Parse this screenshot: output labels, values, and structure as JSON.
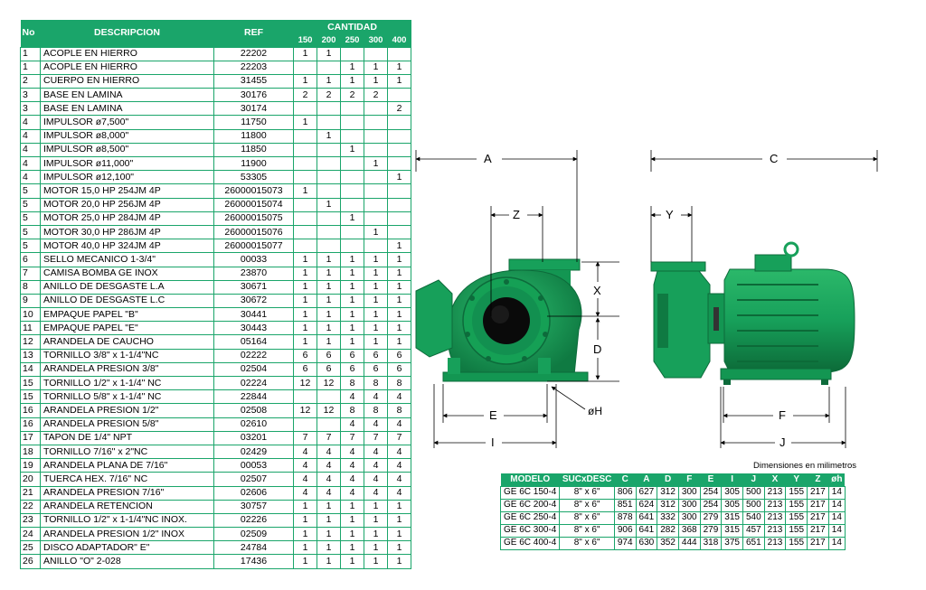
{
  "parts_table": {
    "headers": {
      "no": "No",
      "description": "DESCRIPCION",
      "ref": "REF",
      "quantity": "CANTIDAD",
      "quantity_columns": [
        "150",
        "200",
        "250",
        "300",
        "400"
      ]
    },
    "rows": [
      {
        "no": "1",
        "desc": "ACOPLE EN HIERRO",
        "ref": "22202",
        "q": [
          "1",
          "1",
          "",
          "",
          ""
        ]
      },
      {
        "no": "1",
        "desc": "ACOPLE EN HIERRO",
        "ref": "22203",
        "q": [
          "",
          "",
          "1",
          "1",
          "1"
        ]
      },
      {
        "no": "2",
        "desc": "CUERPO EN HIERRO",
        "ref": "31455",
        "q": [
          "1",
          "1",
          "1",
          "1",
          "1"
        ]
      },
      {
        "no": "3",
        "desc": "BASE EN LAMINA",
        "ref": "30176",
        "q": [
          "2",
          "2",
          "2",
          "2",
          ""
        ]
      },
      {
        "no": "3",
        "desc": "BASE EN LAMINA",
        "ref": "30174",
        "q": [
          "",
          "",
          "",
          "",
          "2"
        ]
      },
      {
        "no": "4",
        "desc": "IMPULSOR  ø7,500\"",
        "ref": "11750",
        "q": [
          "1",
          "",
          "",
          "",
          ""
        ]
      },
      {
        "no": "4",
        "desc": "IMPULSOR  ø8,000\"",
        "ref": "11800",
        "q": [
          "",
          "1",
          "",
          "",
          ""
        ]
      },
      {
        "no": "4",
        "desc": "IMPULSOR  ø8,500\"",
        "ref": "11850",
        "q": [
          "",
          "",
          "1",
          "",
          ""
        ]
      },
      {
        "no": "4",
        "desc": "IMPULSOR  ø11,000\"",
        "ref": "11900",
        "q": [
          "",
          "",
          "",
          "1",
          ""
        ]
      },
      {
        "no": "4",
        "desc": "IMPULSOR  ø12,100\"",
        "ref": "53305",
        "q": [
          "",
          "",
          "",
          "",
          "1"
        ]
      },
      {
        "no": "5",
        "desc": "MOTOR 15,0 HP 254JM 4P",
        "ref": "26000015073",
        "q": [
          "1",
          "",
          "",
          "",
          ""
        ]
      },
      {
        "no": "5",
        "desc": "MOTOR 20,0 HP 256JM 4P",
        "ref": "26000015074",
        "q": [
          "",
          "1",
          "",
          "",
          ""
        ]
      },
      {
        "no": "5",
        "desc": "MOTOR 25,0 HP 284JM 4P",
        "ref": "26000015075",
        "q": [
          "",
          "",
          "1",
          "",
          ""
        ]
      },
      {
        "no": "5",
        "desc": "MOTOR 30,0 HP 286JM 4P",
        "ref": "26000015076",
        "q": [
          "",
          "",
          "",
          "1",
          ""
        ]
      },
      {
        "no": "5",
        "desc": "MOTOR 40,0 HP 324JM 4P",
        "ref": "26000015077",
        "q": [
          "",
          "",
          "",
          "",
          "1"
        ]
      },
      {
        "no": "6",
        "desc": "SELLO MECANICO 1-3/4\"",
        "ref": "00033",
        "q": [
          "1",
          "1",
          "1",
          "1",
          "1"
        ]
      },
      {
        "no": "7",
        "desc": "CAMISA BOMBA GE INOX",
        "ref": "23870",
        "q": [
          "1",
          "1",
          "1",
          "1",
          "1"
        ]
      },
      {
        "no": "8",
        "desc": "ANILLO DE DESGASTE L.A",
        "ref": "30671",
        "q": [
          "1",
          "1",
          "1",
          "1",
          "1"
        ]
      },
      {
        "no": "9",
        "desc": "ANILLO DE DESGASTE L.C",
        "ref": "30672",
        "q": [
          "1",
          "1",
          "1",
          "1",
          "1"
        ]
      },
      {
        "no": "10",
        "desc": "EMPAQUE PAPEL \"B\"",
        "ref": "30441",
        "q": [
          "1",
          "1",
          "1",
          "1",
          "1"
        ]
      },
      {
        "no": "11",
        "desc": "EMPAQUE PAPEL \"E\"",
        "ref": "30443",
        "q": [
          "1",
          "1",
          "1",
          "1",
          "1"
        ]
      },
      {
        "no": "12",
        "desc": "ARANDELA DE CAUCHO",
        "ref": "05164",
        "q": [
          "1",
          "1",
          "1",
          "1",
          "1"
        ]
      },
      {
        "no": "13",
        "desc": "TORNILLO 3/8\" x 1-1/4\"NC",
        "ref": "02222",
        "q": [
          "6",
          "6",
          "6",
          "6",
          "6"
        ]
      },
      {
        "no": "14",
        "desc": "ARANDELA PRESION 3/8\"",
        "ref": "02504",
        "q": [
          "6",
          "6",
          "6",
          "6",
          "6"
        ]
      },
      {
        "no": "15",
        "desc": "TORNILLO 1/2\" x 1-1/4\" NC",
        "ref": "02224",
        "q": [
          "12",
          "12",
          "8",
          "8",
          "8"
        ]
      },
      {
        "no": "15",
        "desc": "TORNILLO 5/8\" x 1-1/4\" NC",
        "ref": "22844",
        "q": [
          "",
          "",
          "4",
          "4",
          "4"
        ]
      },
      {
        "no": "16",
        "desc": "ARANDELA PRESION 1/2\"",
        "ref": "02508",
        "q": [
          "12",
          "12",
          "8",
          "8",
          "8"
        ]
      },
      {
        "no": "16",
        "desc": "ARANDELA PRESION 5/8\"",
        "ref": "02610",
        "q": [
          "",
          "",
          "4",
          "4",
          "4"
        ]
      },
      {
        "no": "17",
        "desc": "TAPON DE 1/4\" NPT",
        "ref": "03201",
        "q": [
          "7",
          "7",
          "7",
          "7",
          "7"
        ]
      },
      {
        "no": "18",
        "desc": "TORNILLO 7/16\" x 2\"NC",
        "ref": "02429",
        "q": [
          "4",
          "4",
          "4",
          "4",
          "4"
        ]
      },
      {
        "no": "19",
        "desc": "ARANDELA PLANA DE 7/16\"",
        "ref": "00053",
        "q": [
          "4",
          "4",
          "4",
          "4",
          "4"
        ]
      },
      {
        "no": "20",
        "desc": "TUERCA HEX. 7/16\" NC",
        "ref": "02507",
        "q": [
          "4",
          "4",
          "4",
          "4",
          "4"
        ]
      },
      {
        "no": "21",
        "desc": "ARANDELA PRESION 7/16\"",
        "ref": "02606",
        "q": [
          "4",
          "4",
          "4",
          "4",
          "4"
        ]
      },
      {
        "no": "22",
        "desc": "ARANDELA RETENCION",
        "ref": "30757",
        "q": [
          "1",
          "1",
          "1",
          "1",
          "1"
        ]
      },
      {
        "no": "23",
        "desc": "TORNILLO 1/2\" x 1-1/4\"NC INOX.",
        "ref": "02226",
        "q": [
          "1",
          "1",
          "1",
          "1",
          "1"
        ]
      },
      {
        "no": "24",
        "desc": "ARANDELA PRESION 1/2\" INOX",
        "ref": "02509",
        "q": [
          "1",
          "1",
          "1",
          "1",
          "1"
        ]
      },
      {
        "no": "25",
        "desc": "DISCO ADAPTADOR\" E\"",
        "ref": "24784",
        "q": [
          "1",
          "1",
          "1",
          "1",
          "1"
        ]
      },
      {
        "no": "26",
        "desc": "ANILLO \"O\" 2-028",
        "ref": "17436",
        "q": [
          "1",
          "1",
          "1",
          "1",
          "1"
        ]
      }
    ]
  },
  "drawing": {
    "labels": {
      "A": "A",
      "C": "C",
      "Z": "Z",
      "Y": "Y",
      "X": "X",
      "D": "D",
      "E": "E",
      "I": "I",
      "F": "F",
      "J": "J",
      "H": "øH"
    }
  },
  "dimensions": {
    "caption": "Dimensiones en milimetros",
    "headers": [
      "MODELO",
      "SUCxDESC",
      "C",
      "A",
      "D",
      "F",
      "E",
      "I",
      "J",
      "X",
      "Y",
      "Z",
      "øh"
    ],
    "rows": [
      [
        "GE 6C 150-4",
        "8\" x 6\"",
        "806",
        "627",
        "312",
        "300",
        "254",
        "305",
        "500",
        "213",
        "155",
        "217",
        "14"
      ],
      [
        "GE 6C 200-4",
        "8\" x 6\"",
        "851",
        "624",
        "312",
        "300",
        "254",
        "305",
        "500",
        "213",
        "155",
        "217",
        "14"
      ],
      [
        "GE 6C 250-4",
        "8\" x 6\"",
        "878",
        "641",
        "332",
        "300",
        "279",
        "315",
        "540",
        "213",
        "155",
        "217",
        "14"
      ],
      [
        "GE 6C 300-4",
        "8\" x 6\"",
        "906",
        "641",
        "282",
        "368",
        "279",
        "315",
        "457",
        "213",
        "155",
        "217",
        "14"
      ],
      [
        "GE 6C 400-4",
        "8\" x 6\"",
        "974",
        "630",
        "352",
        "444",
        "318",
        "375",
        "651",
        "213",
        "155",
        "217",
        "14"
      ]
    ]
  },
  "colors": {
    "header_green": "#1aa56a",
    "pump_green": "#17a05a",
    "pump_dark": "#0d6b3b"
  }
}
